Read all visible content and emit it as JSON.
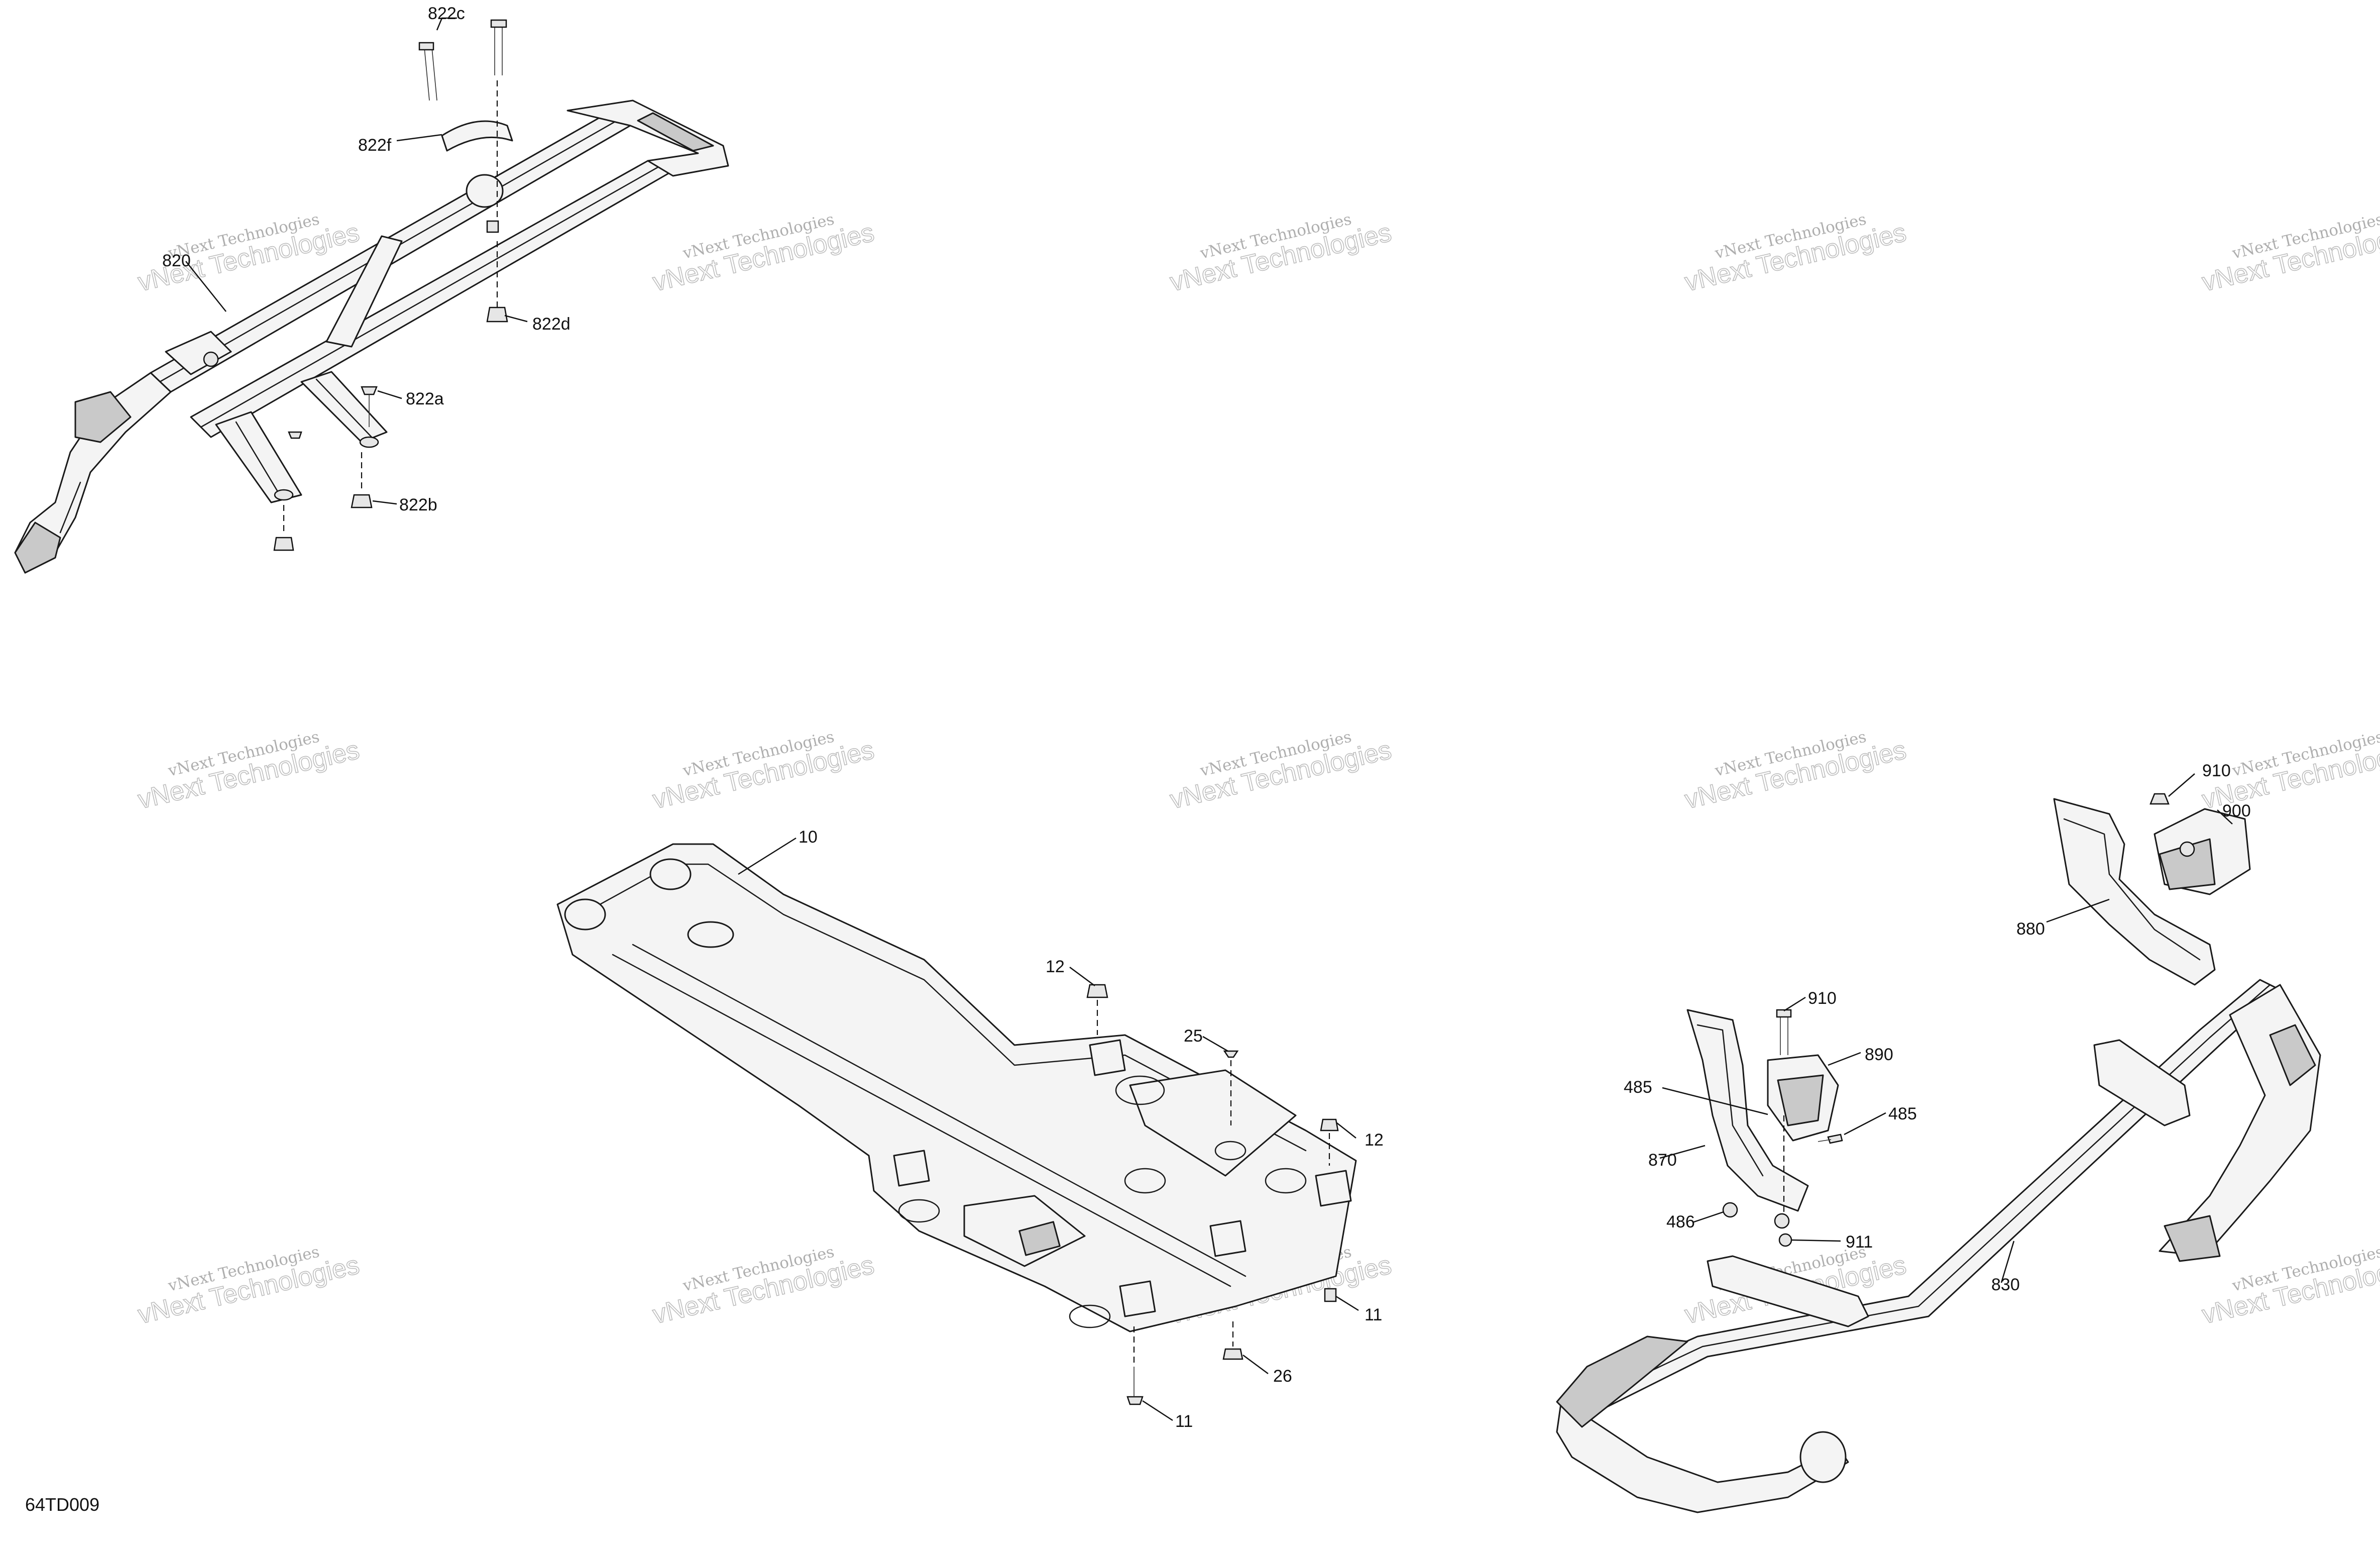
{
  "diagram": {
    "code": "64TD009",
    "watermark": {
      "line1": "vNext Technologies",
      "line2": "vNext Technologies"
    },
    "callouts": {
      "c822c": "822c",
      "c822f": "822f",
      "c820": "820",
      "c822d": "822d",
      "c822a": "822a",
      "c822b": "822b",
      "c10": "10",
      "c12a": "12",
      "c25": "25",
      "c12b": "12",
      "c11a": "11",
      "c26": "26",
      "c11b": "11",
      "c910a": "910",
      "c900": "900",
      "c880": "880",
      "c910b": "910",
      "c890": "890",
      "c485a": "485",
      "c485b": "485",
      "c870": "870",
      "c486": "486",
      "c911": "911",
      "c830": "830"
    }
  }
}
